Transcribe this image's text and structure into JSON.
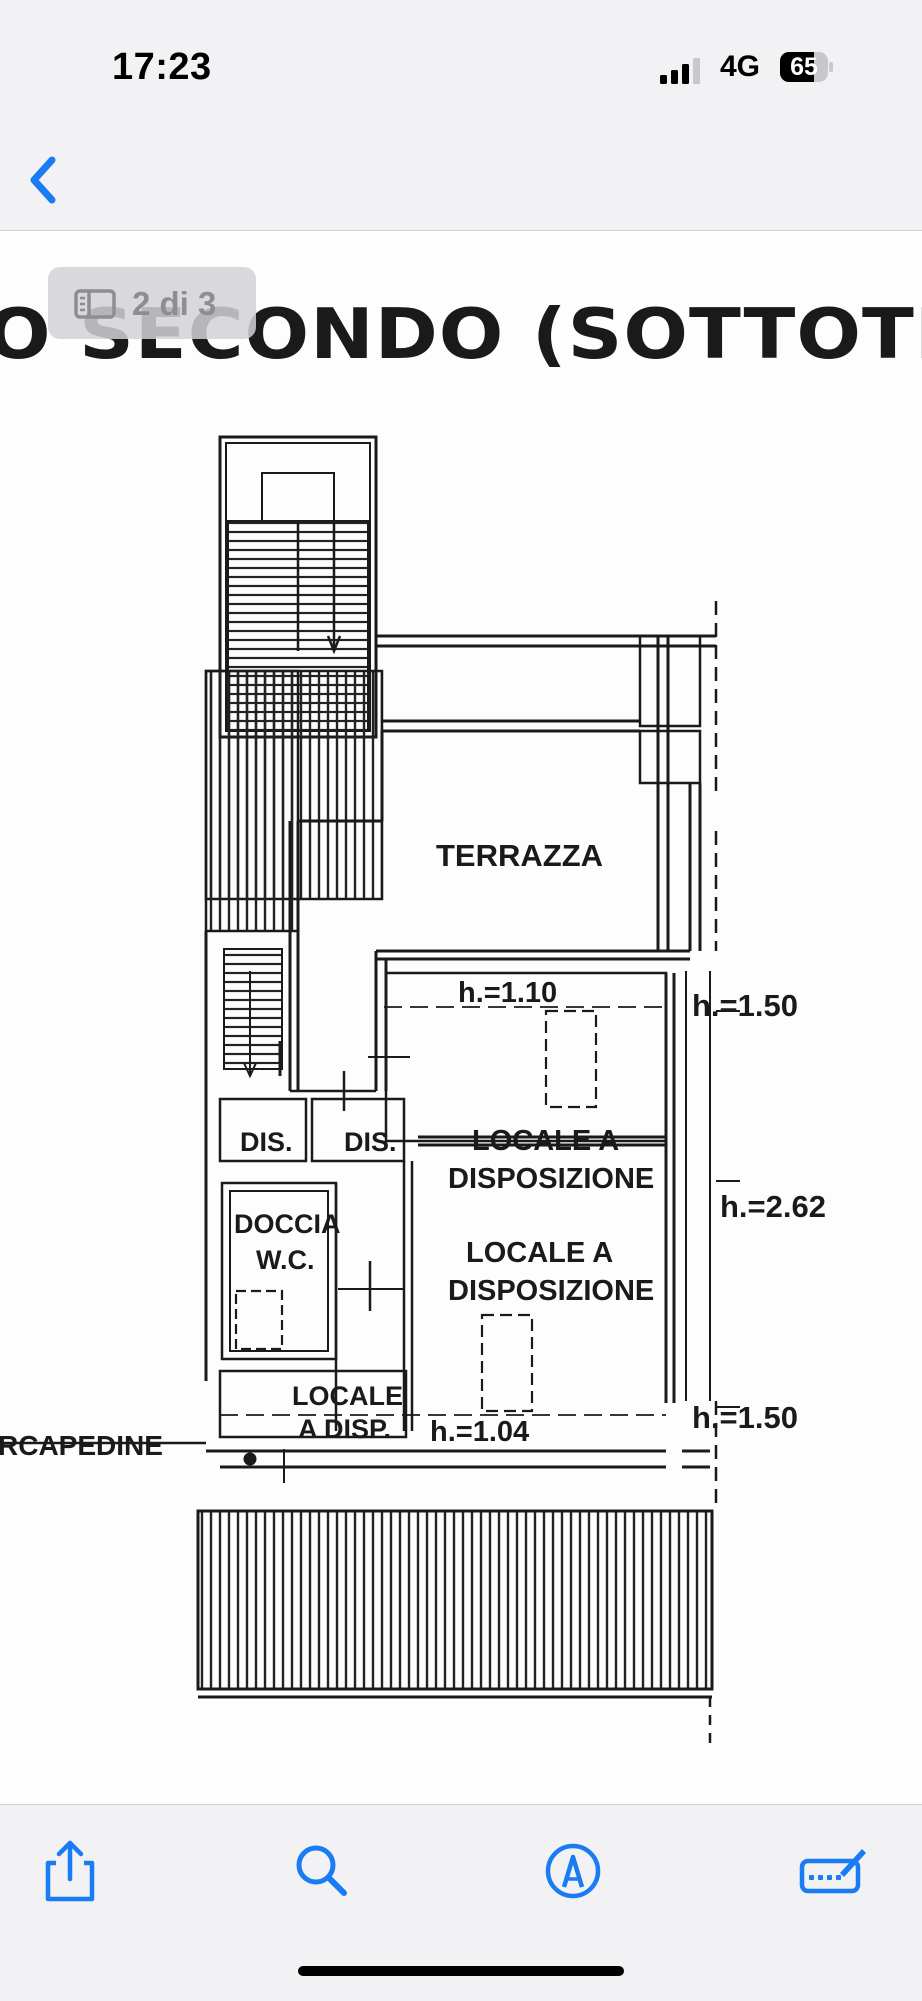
{
  "status_bar": {
    "time": "17:23",
    "network": "4G",
    "battery": "65",
    "icons": [
      "cellular-signal-icon",
      "battery-icon"
    ]
  },
  "nav": {
    "back_icon": "chevron-left-icon"
  },
  "document": {
    "page_indicator": "2 di 3",
    "page_indicator_icon": "sidebar-icon",
    "title": "O SECONDO (SOTTOTETTO",
    "floor_plan": {
      "room_labels": {
        "terrazza": "TERRAZZA",
        "locale_top_1": "LOCALE A",
        "locale_top_2": "DISPOSIZIONE",
        "locale_mid_1": "LOCALE A",
        "locale_mid_2": "DISPOSIZIONE",
        "dis_left": "DIS.",
        "dis_right": "DIS.",
        "doccia": "DOCCIA",
        "wc": "W.C.",
        "locale_small_1": "LOCALE",
        "locale_small_2": "A DISP.",
        "intercapedine": "RCAPEDINE"
      },
      "heights": {
        "h_top_inner": "h.=1.10",
        "h_top_right": "h.=1.50",
        "h_mid_right": "h.=2.62",
        "h_bottom_right": "h.=1.50",
        "h_bottom_inner": "h.=1.04"
      }
    }
  },
  "toolbar": {
    "icons": [
      "share-icon",
      "search-icon",
      "markup-icon",
      "edit-icon"
    ]
  },
  "colors": {
    "accent": "#1a7cf2",
    "background": "#f2f2f4",
    "drawing": "#1a1a1a"
  }
}
